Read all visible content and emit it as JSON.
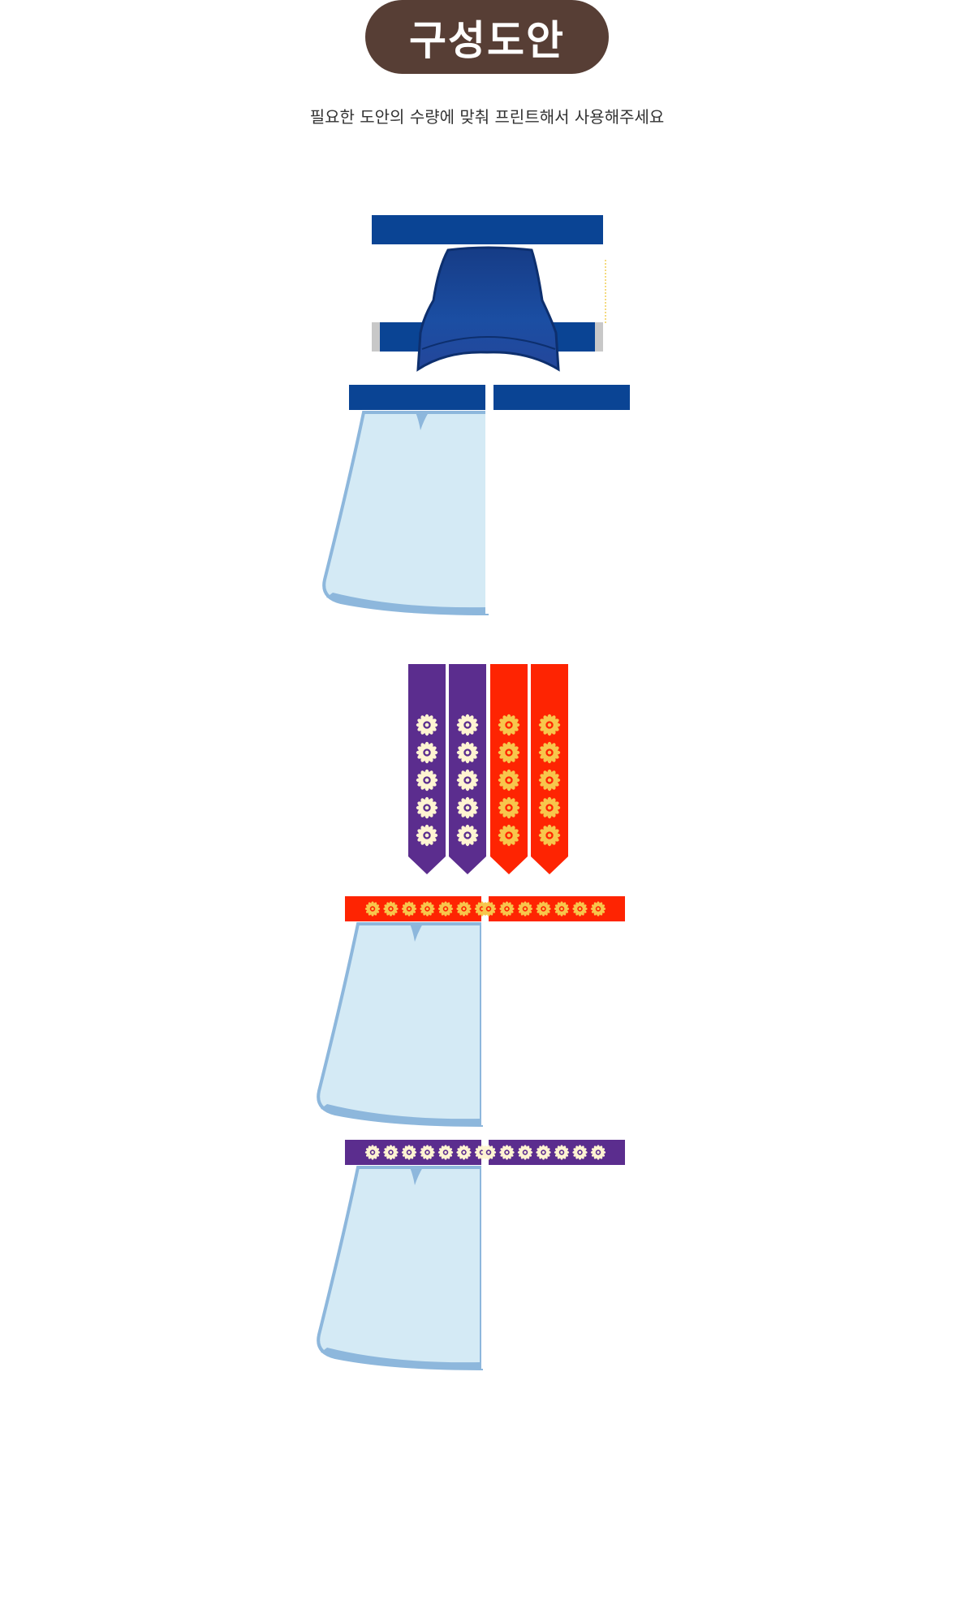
{
  "header": {
    "title": "구성도안",
    "subtitle": "필요한 도안의 수량에 맞춰 프린트해서 사용해주세요"
  },
  "colors": {
    "title_bg": "#573e35",
    "hat_blue": "#0a4494",
    "band_gray": "#c8c8c8",
    "skirt_fill": "#d4eaf5",
    "skirt_edge": "#8db7dc",
    "purple": "#5b2d8e",
    "red": "#fe2402",
    "flower_yellow": "#f7c64c",
    "flower_cream": "#fff4d2",
    "fine_print": "#e8b400"
  },
  "pieces": [
    {
      "name": "hat",
      "color": "hat_blue"
    },
    {
      "name": "skirt-blue-waistband",
      "color": "hat_blue",
      "halves": 2
    },
    {
      "name": "sash-purple",
      "color": "purple",
      "count": 2,
      "flowers_each": 5
    },
    {
      "name": "sash-red",
      "color": "red",
      "count": 2,
      "flowers_each": 5
    },
    {
      "name": "skirt-red-waistband",
      "color": "red",
      "halves": 2,
      "flowers_each_half": 7
    },
    {
      "name": "skirt-purple-waistband",
      "color": "purple",
      "halves": 2,
      "flowers_each_half": 7
    }
  ]
}
